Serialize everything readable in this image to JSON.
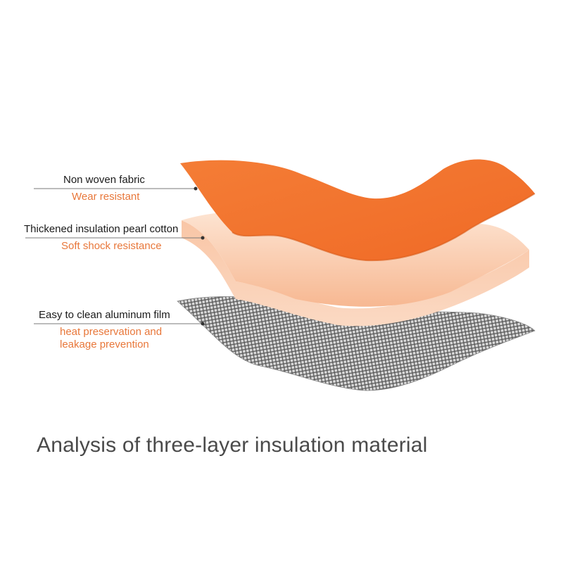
{
  "layers": [
    {
      "name": "Non woven fabric",
      "property": "Wear resistant",
      "color": "#f27a35"
    },
    {
      "name": "Thickened insulation pearl cotton",
      "property": "Soft shock resistance",
      "color": "#f8c4a4"
    },
    {
      "name": "Easy to clean aluminum film",
      "property_lines": [
        "heat preservation and",
        "leakage prevention"
      ],
      "color": "#9a9a9a"
    }
  ],
  "caption": "Analysis of three-layer insulation material",
  "colors": {
    "accent": "#e8773a",
    "leader_line": "#7a7a7a",
    "caption_text": "#4a4a4a"
  }
}
